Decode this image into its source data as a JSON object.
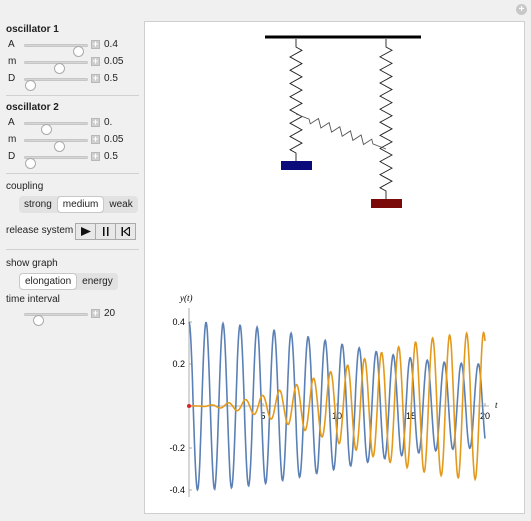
{
  "osc1": {
    "title": "oscillator 1",
    "params": [
      {
        "label": "A",
        "value": "0.4",
        "slider": 0.9
      },
      {
        "label": "m",
        "value": "0.05",
        "slider": 0.55
      },
      {
        "label": "D",
        "value": "0.5",
        "slider": 0.0
      }
    ]
  },
  "osc2": {
    "title": "oscillator 2",
    "params": [
      {
        "label": "A",
        "value": "0.",
        "slider": 0.3
      },
      {
        "label": "m",
        "value": "0.05",
        "slider": 0.55
      },
      {
        "label": "D",
        "value": "0.5",
        "slider": 0.0
      }
    ]
  },
  "coupling": {
    "label": "coupling",
    "options": [
      "strong",
      "medium",
      "weak"
    ],
    "selected": "medium"
  },
  "release": {
    "label": "release system",
    "buttons": [
      "play",
      "pause",
      "reset"
    ]
  },
  "graph": {
    "label": "show graph",
    "options": [
      "elongation",
      "energy"
    ],
    "selected": "elongation"
  },
  "interval": {
    "label": "time interval",
    "value": "20",
    "slider": 0.15
  },
  "colors": {
    "mass1": "#0a0a7a",
    "mass2": "#7a0a0a",
    "series1": "#5b80b5",
    "series2": "#e39a1c"
  },
  "chart_data": {
    "type": "line",
    "ylabel": "y(t)",
    "xlabel": "t",
    "xlim": [
      0,
      20
    ],
    "ylim": [
      -0.42,
      0.42
    ],
    "xticks": [
      "5",
      "10",
      "15",
      "20"
    ],
    "yticks": [
      "0.4",
      "0.2",
      "-0.2",
      "-0.4"
    ],
    "series": [
      {
        "description": "oscillator 1 elongation, amplitude 0.4 decaying to ~0.2 by t=20",
        "amplitude_start": 0.4,
        "amplitude_end": 0.2,
        "period": 1.15
      },
      {
        "description": "oscillator 2 elongation, growing from 0 to ~0.35 by t=20",
        "amplitude_start": 0.0,
        "amplitude_end": 0.35,
        "period": 1.15
      }
    ]
  }
}
